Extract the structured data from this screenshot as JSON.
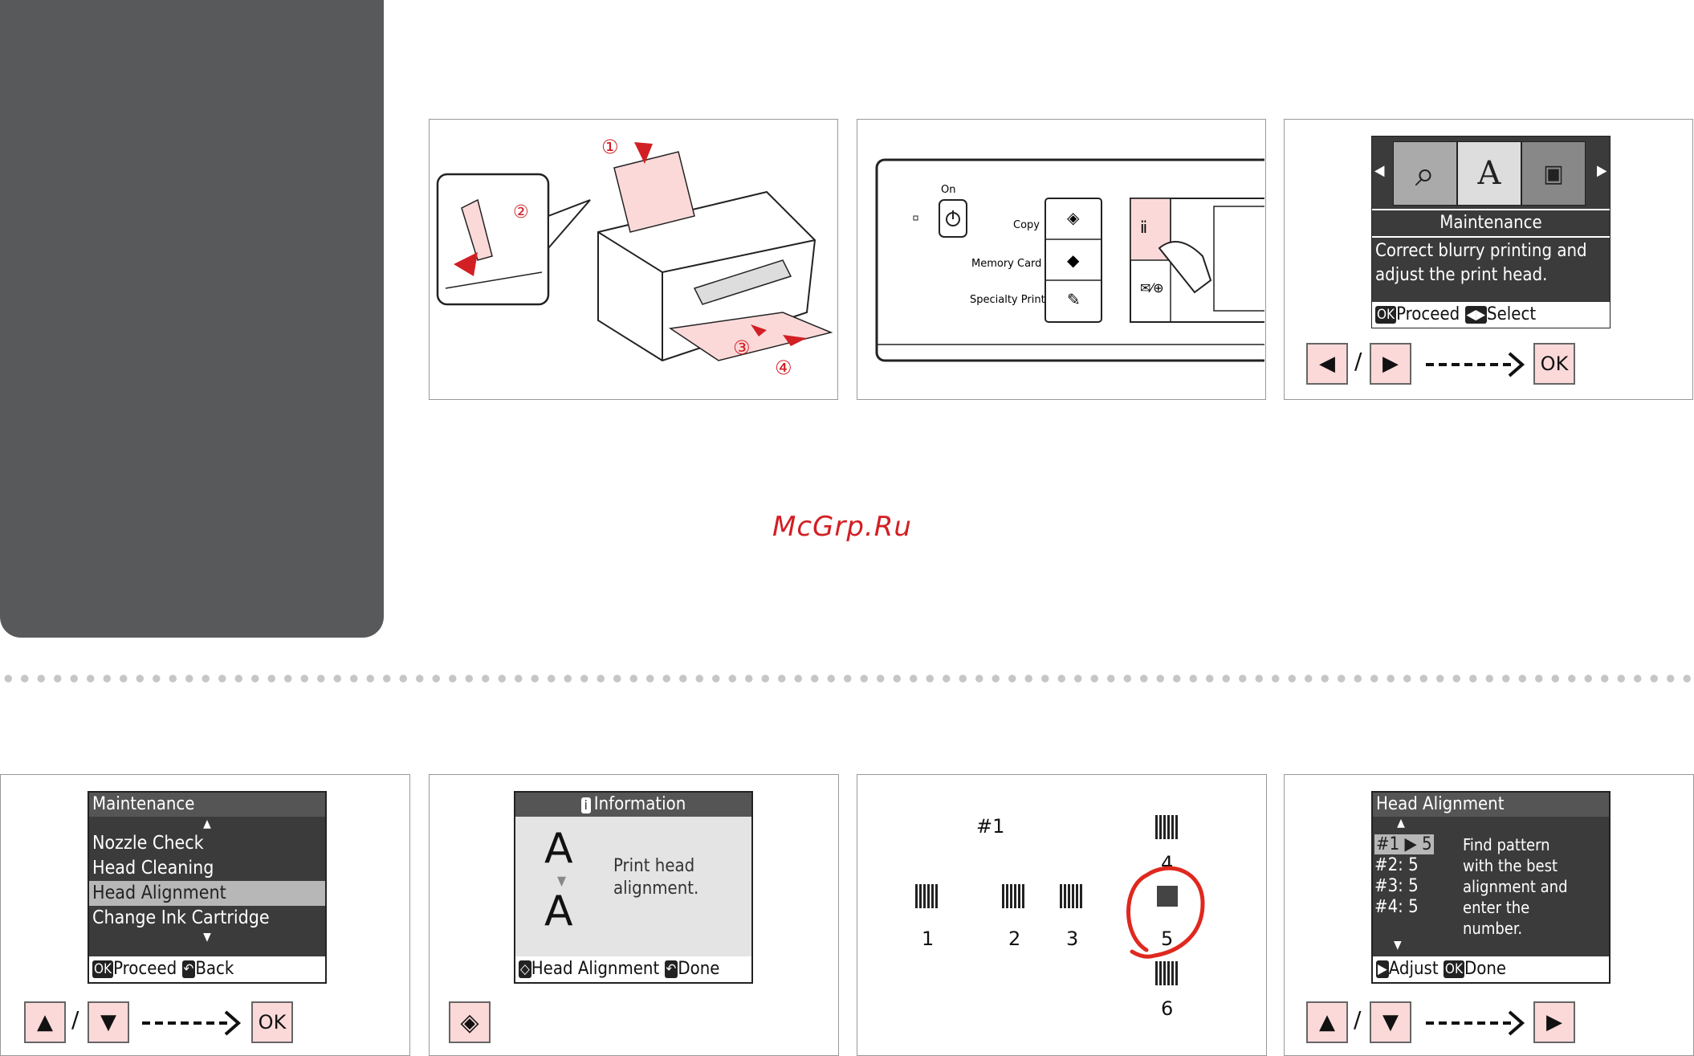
{
  "watermark": "McGrp.Ru",
  "step1": {
    "callouts": [
      "①",
      "②",
      "③",
      "④"
    ]
  },
  "step2": {
    "on_label": "On",
    "copy_label": "Copy",
    "memory_card_label": "Memory Card",
    "specialty_print_label": "Specialty Print"
  },
  "step3": {
    "lcd_title": "Maintenance",
    "lcd_text_line1": "Correct blurry printing and",
    "lcd_text_line2": "adjust the print head.",
    "foot_ok": "OK",
    "foot_proceed": "Proceed",
    "foot_select": "Select",
    "ok_button": "OK"
  },
  "step4": {
    "lcd_title": "Maintenance",
    "menu_items": [
      "Nozzle Check",
      "Head Cleaning",
      "Head Alignment",
      "Change Ink Cartridge"
    ],
    "selected_index": 2,
    "foot_ok": "OK",
    "foot_proceed": "Proceed",
    "foot_back": "Back",
    "ok_button": "OK"
  },
  "step5": {
    "lcd_title": "Information",
    "message_line1": "Print head",
    "message_line2": "alignment.",
    "foot_head_alignment": "Head Alignment",
    "foot_done": "Done"
  },
  "step6": {
    "pattern_label": "#1",
    "numbers": [
      "1",
      "2",
      "3",
      "4",
      "5",
      "6"
    ]
  },
  "step7": {
    "lcd_title": "Head Alignment",
    "rows": [
      "#1",
      "#2:",
      "#3:",
      "#4:"
    ],
    "values": [
      "5",
      "5",
      "5",
      "5"
    ],
    "info_lines": [
      "Find pattern",
      "with the best",
      "alignment and",
      "enter the",
      "number."
    ],
    "foot_adjust": "Adjust",
    "foot_ok": "OK",
    "foot_done": "Done"
  },
  "colors": {
    "accent_pink": "#fcd9d9",
    "red": "#d21f24",
    "tab_gray": "#58595b"
  }
}
